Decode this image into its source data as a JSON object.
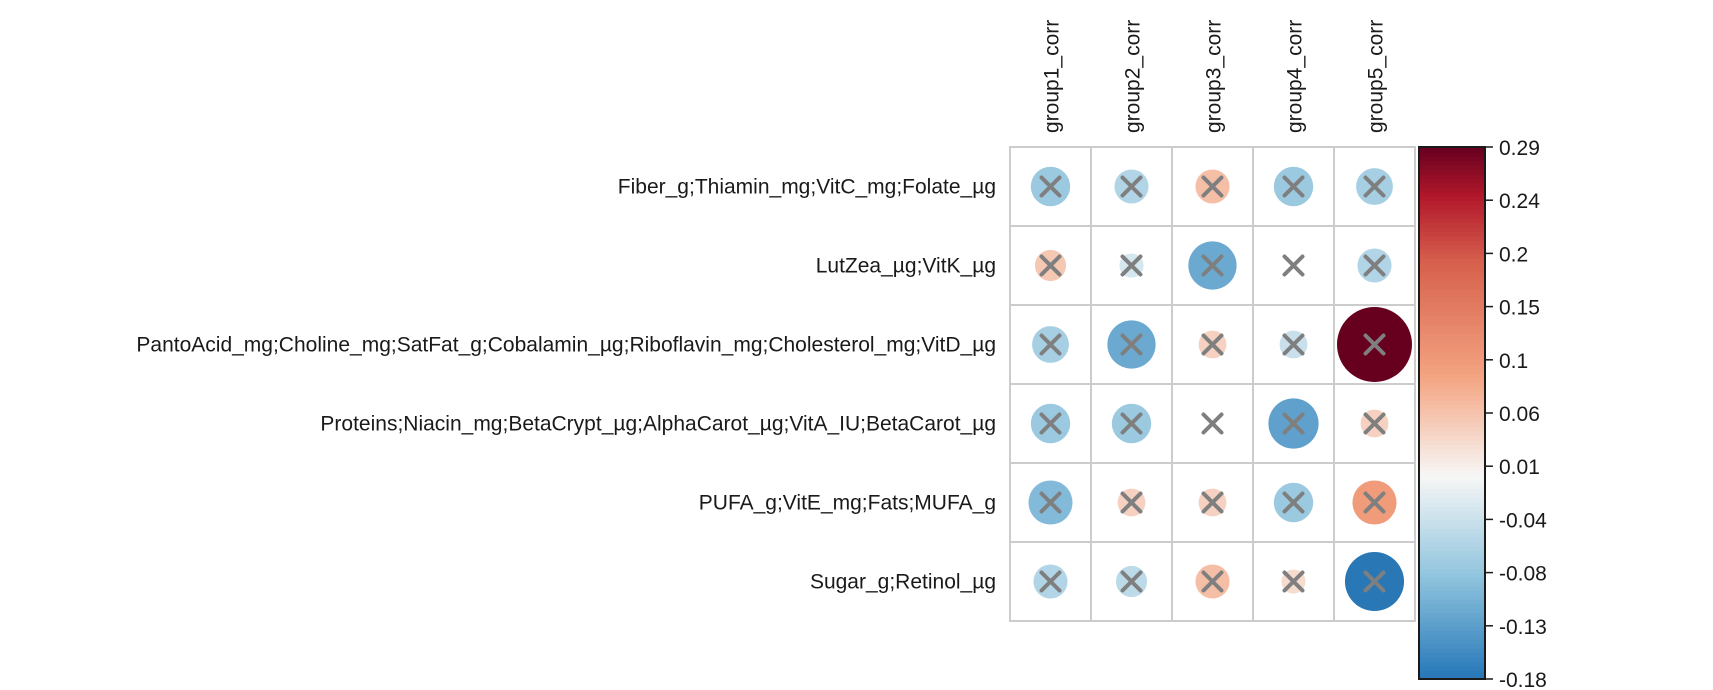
{
  "chart_data": {
    "type": "heatmap",
    "style": "circle-correlation-matrix",
    "rows": [
      "Fiber_g;Thiamin_mg;VitC_mg;Folate_µg",
      "LutZea_µg;VitK_µg",
      "PantoAcid_mg;Choline_mg;SatFat_g;Cobalamin_µg;Riboflavin_mg;Cholesterol_mg;VitD_µg",
      "Proteins;Niacin_mg;BetaCrypt_µg;AlphaCarot_µg;VitA_IU;BetaCarot_µg",
      "PUFA_g;VitE_mg;Fats;MUFA_g",
      "Sugar_g;Retinol_µg"
    ],
    "columns": [
      "group1_corr",
      "group2_corr",
      "group3_corr",
      "group4_corr",
      "group5_corr"
    ],
    "values": [
      [
        -0.08,
        -0.06,
        0.06,
        -0.08,
        -0.07
      ],
      [
        0.05,
        -0.03,
        -0.12,
        0.0,
        -0.06
      ],
      [
        -0.07,
        -0.12,
        0.04,
        -0.04,
        0.29
      ],
      [
        -0.08,
        -0.08,
        0.0,
        -0.13,
        0.04
      ],
      [
        -0.1,
        0.04,
        0.04,
        -0.08,
        0.1
      ],
      [
        -0.06,
        -0.05,
        0.06,
        0.03,
        -0.18
      ]
    ],
    "insignificant_marker": "×",
    "all_cells_marked_insignificant": true,
    "colorbar": {
      "ticks": [
        "0.29",
        "0.24",
        "0.2",
        "0.15",
        "0.1",
        "0.06",
        "0.01",
        "-0.04",
        "-0.08",
        "-0.13",
        "-0.18"
      ],
      "min": -0.18,
      "max": 0.29,
      "position": "right"
    },
    "colors": {
      "negative_end": "#2b7bba",
      "neutral": "#f7f7f7",
      "positive_end": "#67001f",
      "cell_border": "#cccccc",
      "marker": "#7f7f7f"
    }
  }
}
